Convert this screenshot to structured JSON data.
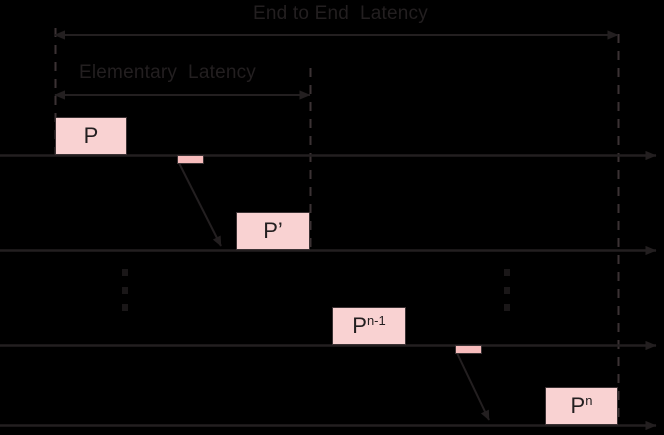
{
  "diagram": {
    "title": "End to End  Latency",
    "background_color": "#000000",
    "annotations": {
      "end_to_end_label": "End to End  Latency",
      "elementary_label": "Elementary  Latency"
    },
    "colors": {
      "packet_fill": "#f9d2d2",
      "packet_border": "#3b3234",
      "tick_fill": "#f7bcbc",
      "line": "#231f20",
      "text": "#231f20"
    },
    "packets": [
      {
        "id": "p",
        "label": "P",
        "superscript": "",
        "hop": 1
      },
      {
        "id": "p-prime",
        "label": "P’",
        "superscript": "",
        "hop": 2
      },
      {
        "id": "p-n-minus-1",
        "label": "P",
        "superscript": "n-1",
        "hop": 3
      },
      {
        "id": "p-n",
        "label": "P",
        "superscript": "n",
        "hop": 4
      }
    ],
    "timelines": [
      {
        "index": 1,
        "name": "hop-1-timeline"
      },
      {
        "index": 2,
        "name": "hop-2-timeline"
      },
      {
        "index": 3,
        "name": "hop-3-timeline"
      },
      {
        "index": 4,
        "name": "hop-4-timeline"
      }
    ],
    "ellipsis": [
      {
        "id": "left-ellipsis",
        "dots": 3
      },
      {
        "id": "right-ellipsis",
        "dots": 3
      }
    ],
    "transmission_ticks": [
      {
        "id": "tick-hop-1"
      },
      {
        "id": "tick-hop-3"
      }
    ]
  }
}
